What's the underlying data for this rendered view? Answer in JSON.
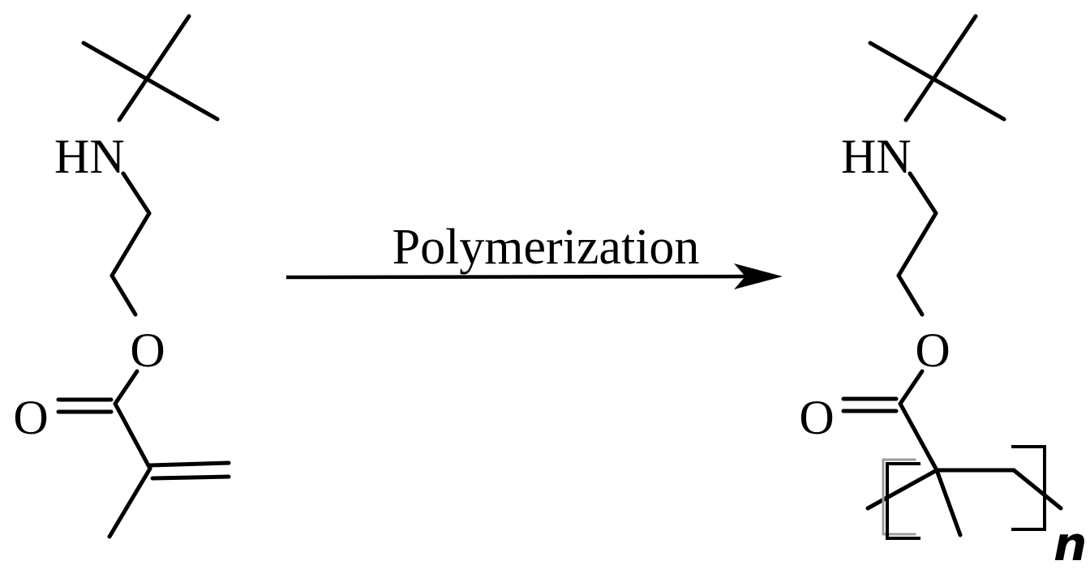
{
  "colors": {
    "ink": "#000000",
    "background": "#ffffff",
    "bracket_echo": "#9c9c9c"
  },
  "reaction": {
    "arrow_label": "Polymerization",
    "reactant": {
      "nh_label": "HN",
      "ester_o_label": "O",
      "carbonyl_o_label": "O"
    },
    "product": {
      "nh_label": "HN",
      "ester_o_label": "O",
      "carbonyl_o_label": "O",
      "repeat_subscript": "n"
    }
  }
}
